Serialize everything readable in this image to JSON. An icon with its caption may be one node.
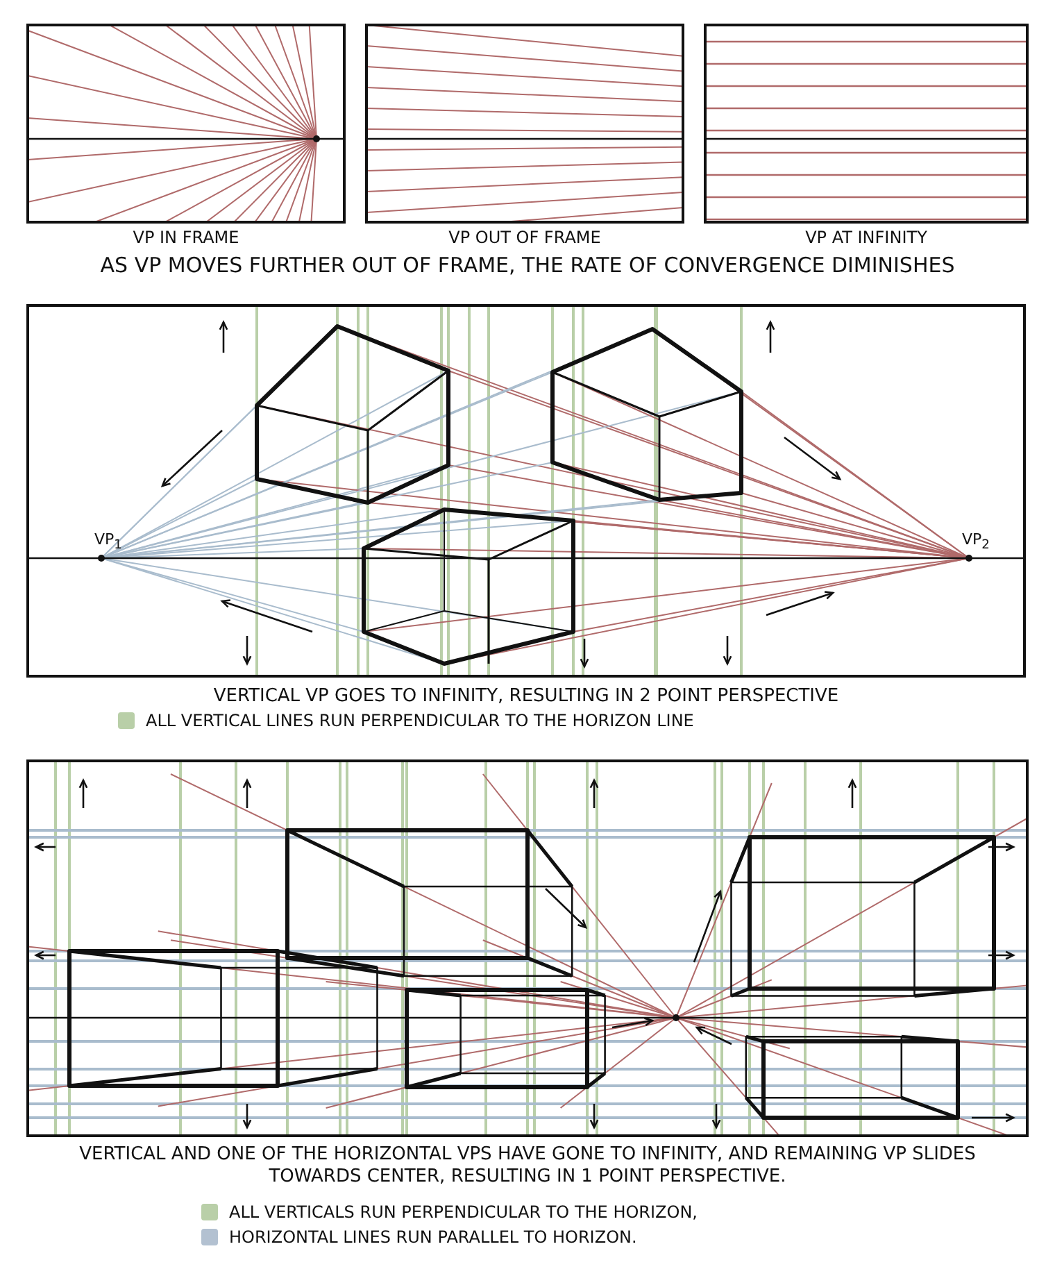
{
  "diagram": {
    "labels": [
      "VP IN FRAME",
      "VP OUT OF FRAME",
      "VP AT INFINITY",
      "AS VP MOVES FURTHER OUT OF FRAME, THE RATE OF CONVERGENCE DIMINISHES",
      "VP$_{1}$",
      "VP$_{2}$",
      "VERTICAL VP GOES TO INFINITY, RESULTING IN 2 POINT PERSPECTIVE",
      "VERTICAL AND ONE OF THE HORIZONTAL VPS HAVE GONE TO INFINITY, AND REMAINING VP SLIDES TOWARDS CENTER, RESULTING IN 1 POINT PERSPECTIVE."
    ],
    "legend": [
      {
        "text": "ALL VERTICAL LINES RUN PERPENDICULAR TO THE HORIZON LINE",
        "color": "#b9cfa8"
      },
      {
        "text": "ALL VERTICALS RUN PERPENDICULAR TO THE HORIZON,",
        "color": "#b9cfa8"
      },
      {
        "text": "HORIZONTAL LINES RUN PARALLEL TO HORIZON.",
        "color": "#b3c1d1"
      }
    ]
  }
}
